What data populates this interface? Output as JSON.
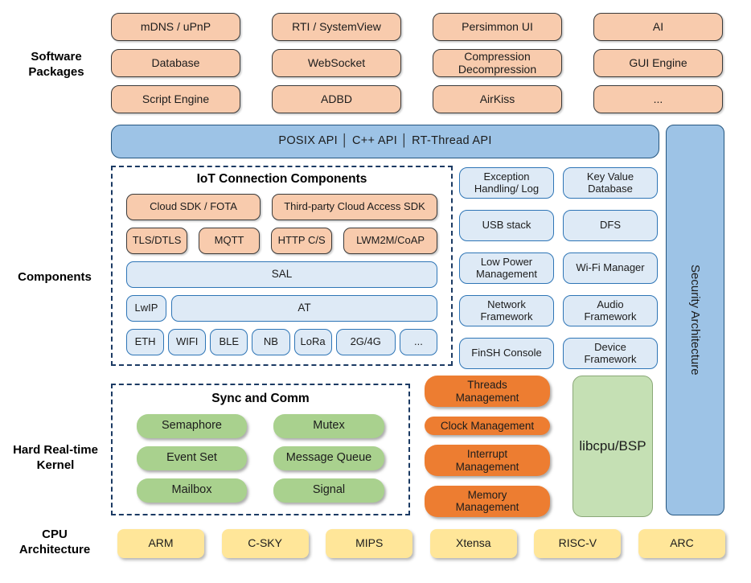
{
  "labels": {
    "software_packages": "Software\nPackages",
    "components": "Components",
    "kernel": "Hard Real-time\nKernel",
    "cpu": "CPU\nArchitecture"
  },
  "software": {
    "items": [
      "mDNS / uPnP",
      "RTI / SystemView",
      "Persimmon UI",
      "AI",
      "Database",
      "WebSocket",
      "Compression\nDecompression",
      "GUI Engine",
      "Script Engine",
      "ADBD",
      "AirKiss",
      "..."
    ]
  },
  "api_bar": {
    "label": "POSIX API │ C++ API │ RT-Thread API"
  },
  "security": {
    "label": "Security Architecture"
  },
  "iot": {
    "title": "IoT Connection Components",
    "sdk": [
      "Cloud SDK / FOTA",
      "Third-party Cloud Access SDK"
    ],
    "protocols": [
      "TLS/DTLS",
      "MQTT",
      "HTTP C/S",
      "LWM2M/CoAP"
    ],
    "sal": "SAL",
    "lwip": "LwIP",
    "at": "AT",
    "links": [
      "ETH",
      "WIFI",
      "BLE",
      "NB",
      "LoRa",
      "2G/4G",
      "..."
    ]
  },
  "components": {
    "items": [
      "Exception\nHandling/ Log",
      "Key Value\nDatabase",
      "USB stack",
      "DFS",
      "Low Power\nManagement",
      "Wi-Fi Manager",
      "Network\nFramework",
      "Audio\nFramework",
      "FinSH Console",
      "Device\nFramework"
    ]
  },
  "kernel": {
    "sync_title": "Sync and Comm",
    "sync_items": [
      "Semaphore",
      "Mutex",
      "Event Set",
      "Message Queue",
      "Mailbox",
      "Signal"
    ],
    "mgmt_items": [
      "Threads\nManagement",
      "Clock Management",
      "Interrupt\nManagement",
      "Memory\nManagement"
    ],
    "libcpu": "libcpu/BSP"
  },
  "cpu": {
    "items": [
      "ARM",
      "C-SKY",
      "MIPS",
      "Xtensa",
      "RISC-V",
      "ARC"
    ]
  },
  "colors": {
    "package_fill": "#F8CBAD",
    "package_border": "#3a3a3a",
    "api_fill": "#9DC3E6",
    "api_border": "#24557F",
    "component_fill": "#DEEAF6",
    "component_border": "#2E75B6",
    "sync_fill": "#A9D18E",
    "mgmt_fill": "#ED7D31",
    "libcpu_fill": "#C5E0B4",
    "cpu_fill": "#FFE699",
    "dashed_border": "#1B3A63"
  }
}
